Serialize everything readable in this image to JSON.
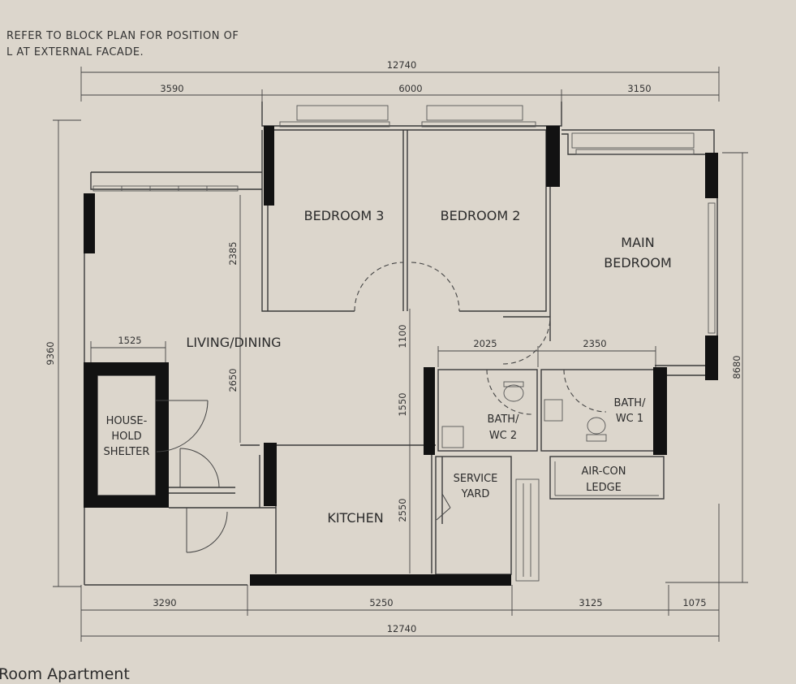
{
  "notes": {
    "line1": "REFER TO BLOCK PLAN FOR POSITION OF",
    "line2": "L AT EXTERNAL FACADE."
  },
  "plan_title": "Room  Apartment",
  "rooms": {
    "bedroom3": "BEDROOM 3",
    "bedroom2": "BEDROOM 2",
    "main_bedroom_l1": "MAIN",
    "main_bedroom_l2": "BEDROOM",
    "living_dining": "LIVING/DINING",
    "household_shelter_l1": "HOUSE-",
    "household_shelter_l2": "HOLD",
    "household_shelter_l3": "SHELTER",
    "kitchen": "KITCHEN",
    "service_yard_l1": "SERVICE",
    "service_yard_l2": "YARD",
    "bath_wc2_l1": "BATH/",
    "bath_wc2_l2": "WC 2",
    "bath_wc1_l1": "BATH/",
    "bath_wc1_l2": "WC 1",
    "aircon_ledge_l1": "AIR-CON",
    "aircon_ledge_l2": "LEDGE"
  },
  "dimensions": {
    "top_total": "12740",
    "top_left": "3590",
    "top_mid": "6000",
    "top_right": "3150",
    "bottom_total": "12740",
    "bottom_1": "3290",
    "bottom_2": "5250",
    "bottom_3": "3125",
    "bottom_4": "1075",
    "left_height": "9360",
    "right_height": "8680",
    "shelter_width": "1525",
    "living_h1": "2385",
    "living_h2": "2650",
    "corridor_h": "1100",
    "bath_h": "1550",
    "kitchen_h": "2550",
    "bath2_w": "2025",
    "bath1_w": "2350"
  }
}
